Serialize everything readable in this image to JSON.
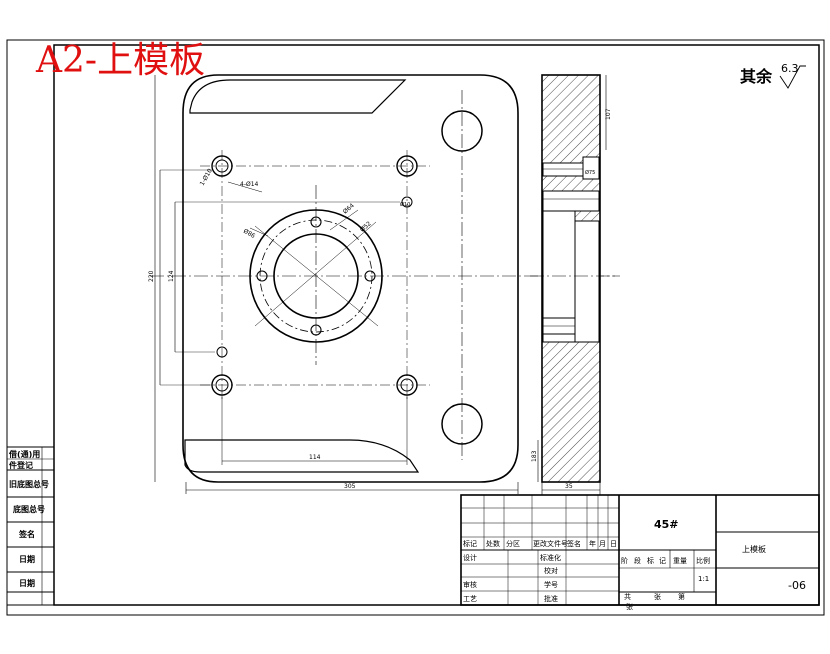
{
  "header": {
    "watermark": "A2-上模板"
  },
  "roughness": {
    "label": "其余",
    "value": "6.3"
  },
  "dimensions": {
    "overall_width": "305",
    "hole_span": "114",
    "v1": "220",
    "v2": "124",
    "side_width": "35",
    "side_height": "183",
    "small": "107",
    "holes": "4-Ø14",
    "a": "Ø86",
    "b": "Ø64",
    "c": "Ø52",
    "d": "1-Ø10",
    "e": "Ø75",
    "f": "Ø10"
  },
  "left_panel": {
    "labels": [
      "借(通)用",
      "件登记",
      "旧底图总号",
      "底图总号",
      "签名",
      "日期",
      "日期"
    ]
  },
  "title_block": {
    "material": "45#",
    "part_name": "上模板",
    "drawing_no": "-06",
    "header_row": [
      "标记",
      "处数",
      "分区",
      "更改文件号",
      "签名",
      "年",
      "月",
      "日"
    ],
    "rows": [
      [
        "设计",
        "",
        "标准化"
      ],
      [
        "",
        "",
        "校对"
      ],
      [
        "审核",
        "",
        "学号"
      ],
      [
        "工艺",
        "",
        "批准"
      ]
    ],
    "stage_labels": [
      "阶",
      "段",
      "标",
      "记",
      "重量",
      "比例"
    ],
    "scale": "1:1",
    "sheet": [
      "共",
      "张",
      "第",
      "张"
    ]
  }
}
